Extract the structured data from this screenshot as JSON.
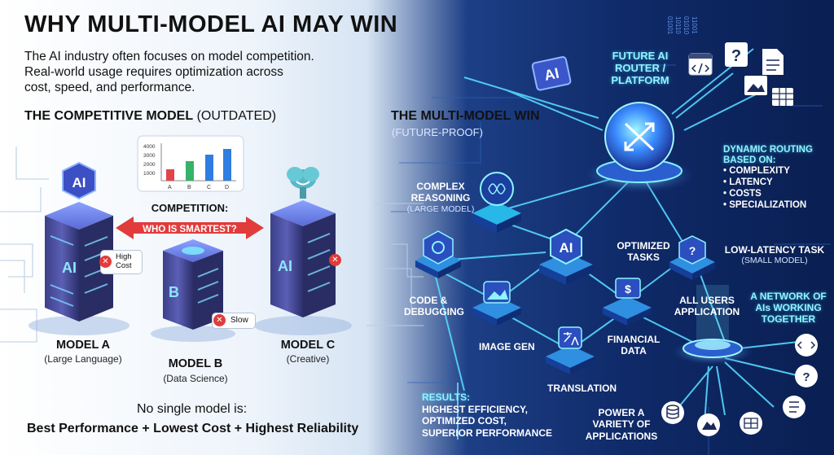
{
  "title": "WHY MULTI-MODEL AI MAY WIN",
  "intro": {
    "line1": "The AI industry often focuses on model competition.",
    "line2": "Real-world usage requires optimization across",
    "line3": "cost, speed, and performance."
  },
  "left": {
    "heading_bold": "THE COMPETITIVE MODEL",
    "heading_rest": "(OUTDATED)",
    "chart_ticks": [
      "4000",
      "3000",
      "2000",
      "1000"
    ],
    "chart_categories": [
      "A",
      "B",
      "C",
      "D"
    ],
    "chart_bar_colors": [
      "#e0454a",
      "#35b36a",
      "#2f7de1",
      "#2f7de1"
    ],
    "competition_label": "COMPETITION:",
    "competition_question": "WHO IS SMARTEST?",
    "model_a": {
      "name": "MODEL A",
      "sub": "(Large Language)",
      "badge": "High Cost",
      "icon_text": "AI"
    },
    "model_b": {
      "name": "MODEL B",
      "sub": "(Data Science)",
      "badge": "Slow",
      "icon_text": "B"
    },
    "model_c": {
      "name": "MODEL C",
      "sub": "(Creative)",
      "icon_text": "AI"
    },
    "no_single": "No single model is:",
    "best_line": "Best Performance + Lowest Cost + Highest Reliability"
  },
  "right": {
    "heading": "THE MULTI-MODEL WIN",
    "subheading": "(FUTURE-PROOF)",
    "router": [
      "FUTURE AI",
      "ROUTER /",
      "PLATFORM"
    ],
    "ai_tile": "AI",
    "dynamic_title": [
      "DYNAMIC ROUTING",
      "BASED ON:"
    ],
    "dynamic_items": [
      "• COMPLEXITY",
      "• LATENCY",
      "• COSTS",
      "• SPECIALIZATION"
    ],
    "complex_reasoning": [
      "COMPLEX",
      "REASONING"
    ],
    "complex_sub": "(LARGE MODEL)",
    "optimized_tasks": [
      "OPTIMIZED",
      "TASKS"
    ],
    "low_latency": "LOW-LATENCY TASK",
    "low_latency_sub": "(SMALL MODEL)",
    "code_debugging": [
      "CODE &",
      "DEBUGGING"
    ],
    "all_users": [
      "ALL USERS",
      "APPLICATION"
    ],
    "network": [
      "A NETWORK OF",
      "AIs WORKING",
      "TOGETHER"
    ],
    "image_gen": "IMAGE GEN",
    "financial": [
      "FINANCIAL",
      "DATA"
    ],
    "translation": "TRANSLATION",
    "results_title": "RESULTS:",
    "results": [
      "HIGHEST EFFICIENCY,",
      "OPTIMIZED COST,",
      "SUPERIOR PERFORMANCE"
    ],
    "power": [
      "POWER A",
      "VARIETY OF",
      "APPLICATIONS"
    ],
    "node_ai_text": "AI",
    "node_question": "?",
    "node_dollar": "$",
    "binary": [
      "01001",
      "10110",
      "01010",
      "11001"
    ]
  },
  "colors": {
    "accent_cyan": "#7ff0ff",
    "competition_red": "#e23b3b",
    "deep_blue": "#0f2a68"
  }
}
